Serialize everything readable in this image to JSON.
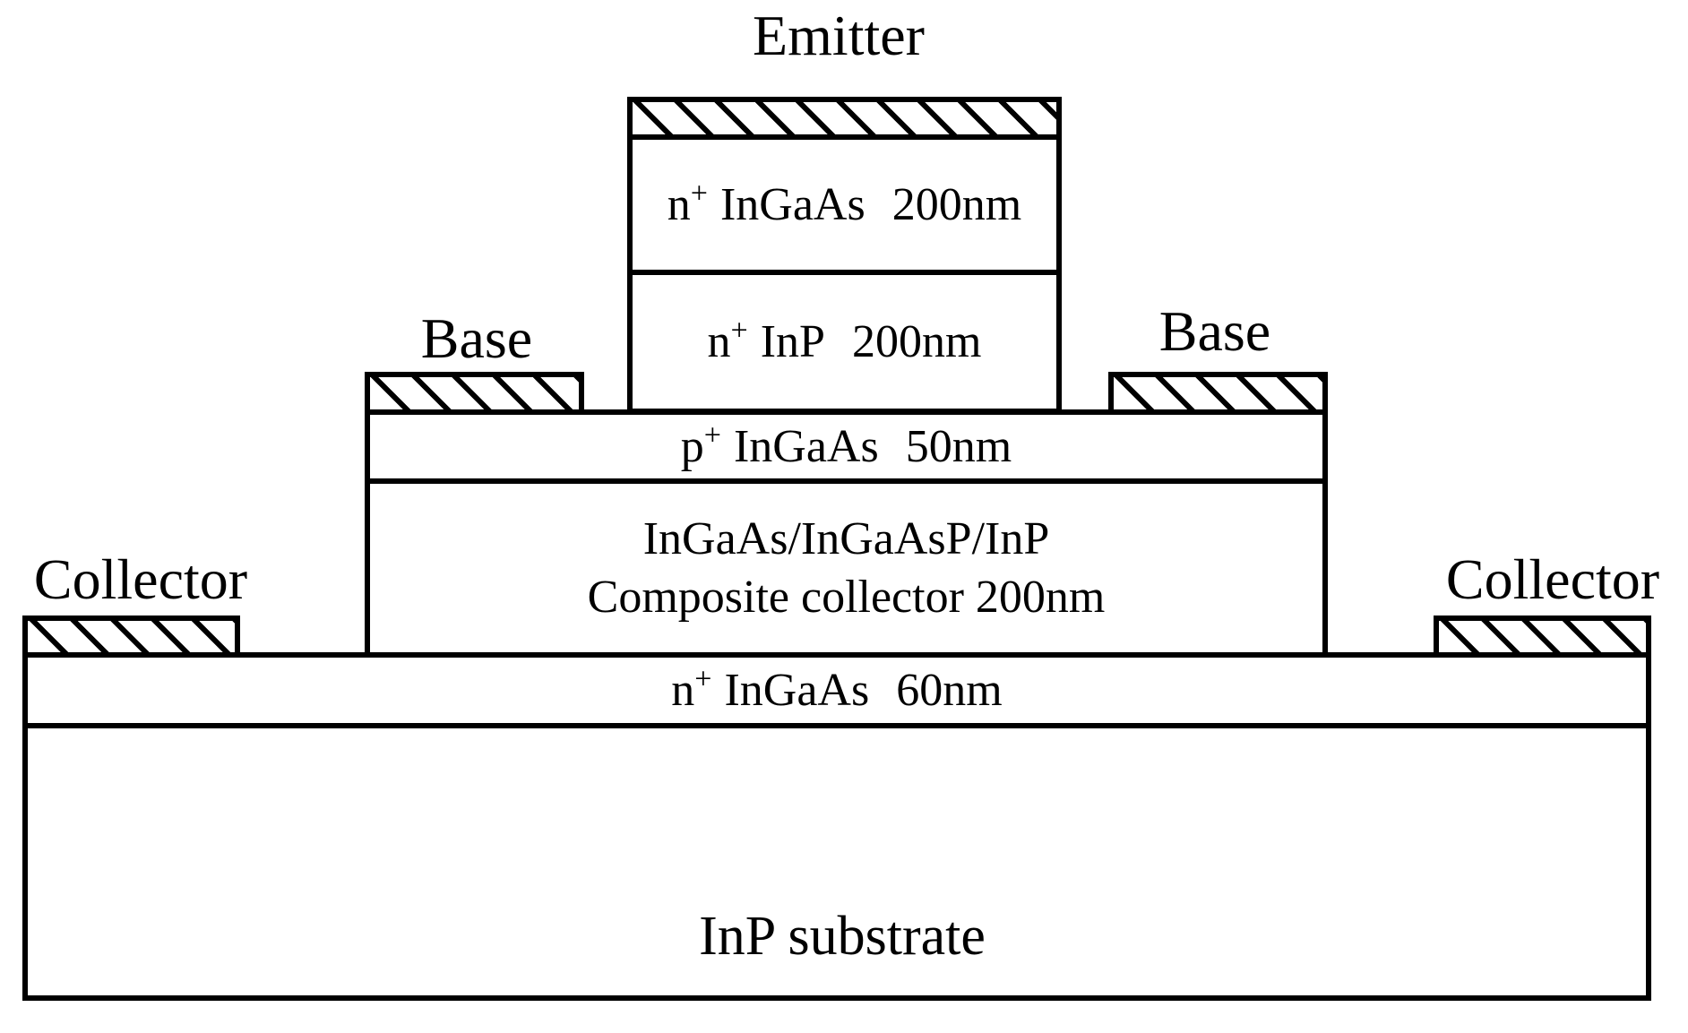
{
  "figure": {
    "description": "Cross-section diagram of an InP-based heterojunction bipolar transistor epitaxial layer structure",
    "background_color": "#ffffff",
    "outline_color": "#000000",
    "contact_fill": "diagonal-hatch"
  },
  "terminals": {
    "emitter": "Emitter",
    "base_left": "Base",
    "base_right": "Base",
    "collector_left": "Collector",
    "collector_right": "Collector"
  },
  "layers": {
    "emitter_cap": {
      "prefix": "n",
      "sup": "+",
      "material": "InGaAs",
      "thickness": "200nm"
    },
    "emitter_inp": {
      "prefix": "n",
      "sup": "+",
      "material": "InP",
      "thickness": "200nm"
    },
    "base": {
      "prefix": "p",
      "sup": "+",
      "material": "InGaAs",
      "thickness": "50nm"
    },
    "collector": {
      "line1": "InGaAs/InGaAsP/InP",
      "line2": "Composite collector 200nm"
    },
    "subcollector": {
      "prefix": "n",
      "sup": "+",
      "material": "InGaAs",
      "thickness": "60nm"
    },
    "substrate": {
      "label": "InP substrate"
    }
  }
}
